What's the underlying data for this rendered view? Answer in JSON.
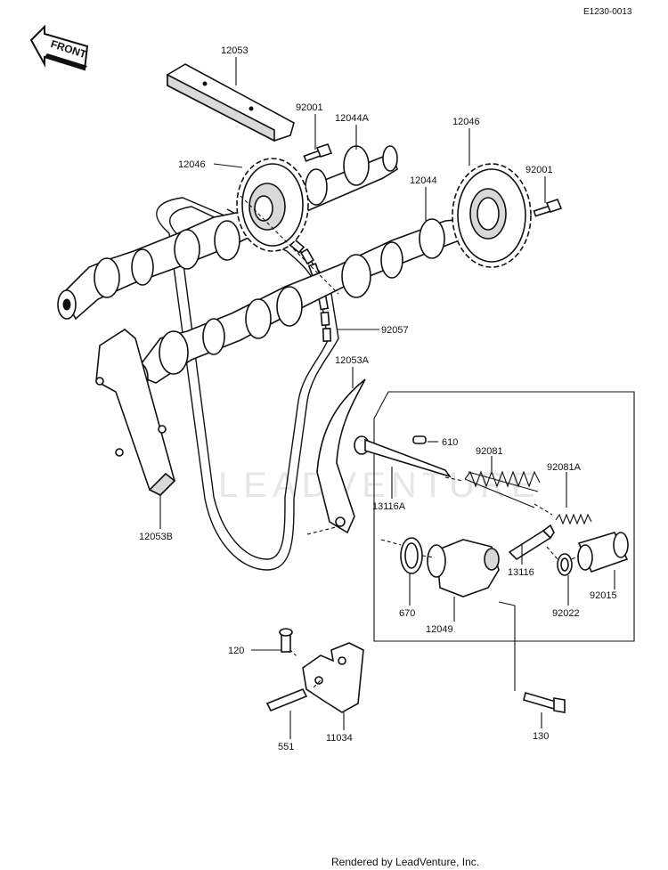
{
  "header": {
    "diagram_code": "E1230-0013"
  },
  "front_badge": "FRONT",
  "watermark": "LEADVENTURE",
  "footer": {
    "credit": "Rendered by LeadVenture, Inc."
  },
  "part_labels": {
    "p12053": "12053",
    "p92001_a": "92001",
    "p12044A": "12044A",
    "p12046_r": "12046",
    "p12046_l": "12046",
    "p12044": "12044",
    "p92001_b": "92001",
    "p92057": "92057",
    "p12053A": "12053A",
    "p610": "610",
    "p92081": "92081",
    "p92081A": "92081A",
    "p13116A": "13116A",
    "p13116": "13116",
    "p12053B": "12053B",
    "p670": "670",
    "p12049": "12049",
    "p92022": "92022",
    "p92015": "92015",
    "p120": "120",
    "p551": "551",
    "p11034": "11034",
    "p130": "130"
  }
}
